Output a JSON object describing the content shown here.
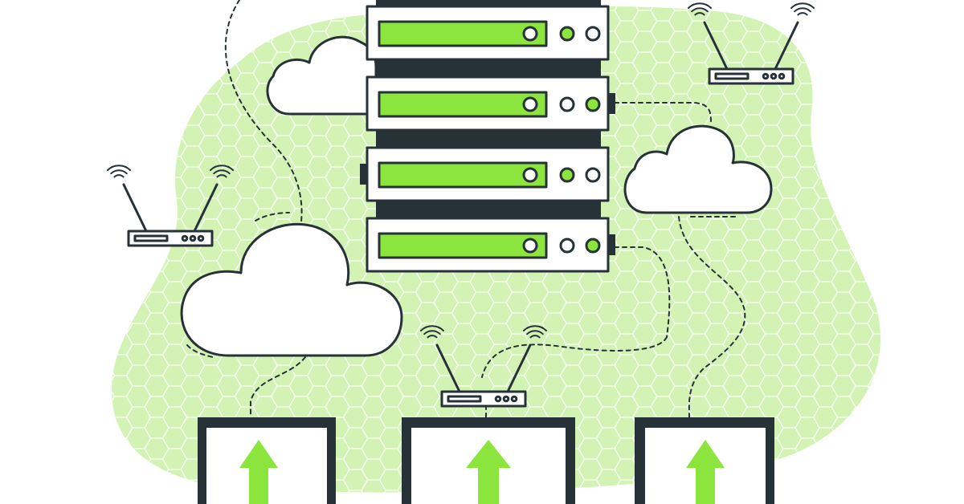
{
  "colors": {
    "background": "#ffffff",
    "blob": "#d2f3b4",
    "hex_grid": "#ffffff",
    "outline": "#263238",
    "accent_green": "#8be53c",
    "panel_white": "#ffffff",
    "rack_dark": "#263238"
  },
  "icons": {
    "server": "server-rack-icon",
    "cloud": "cloud-icon",
    "router": "wifi-router-icon",
    "device": "upload-device-icon",
    "arrow": "upload-arrow-icon",
    "signal": "wifi-signal-icon"
  },
  "server_units": [
    {
      "unit": 1,
      "indicators": [
        "green",
        "white"
      ]
    },
    {
      "unit": 2,
      "indicators": [
        "white",
        "green"
      ]
    },
    {
      "unit": 3,
      "indicators": [
        "green",
        "white"
      ]
    },
    {
      "unit": 4,
      "indicators": [
        "white",
        "green"
      ]
    }
  ],
  "clouds": [
    "top-left",
    "right",
    "bottom-left"
  ],
  "routers": [
    "left",
    "top-right",
    "center"
  ],
  "devices": [
    "left",
    "center",
    "right"
  ]
}
